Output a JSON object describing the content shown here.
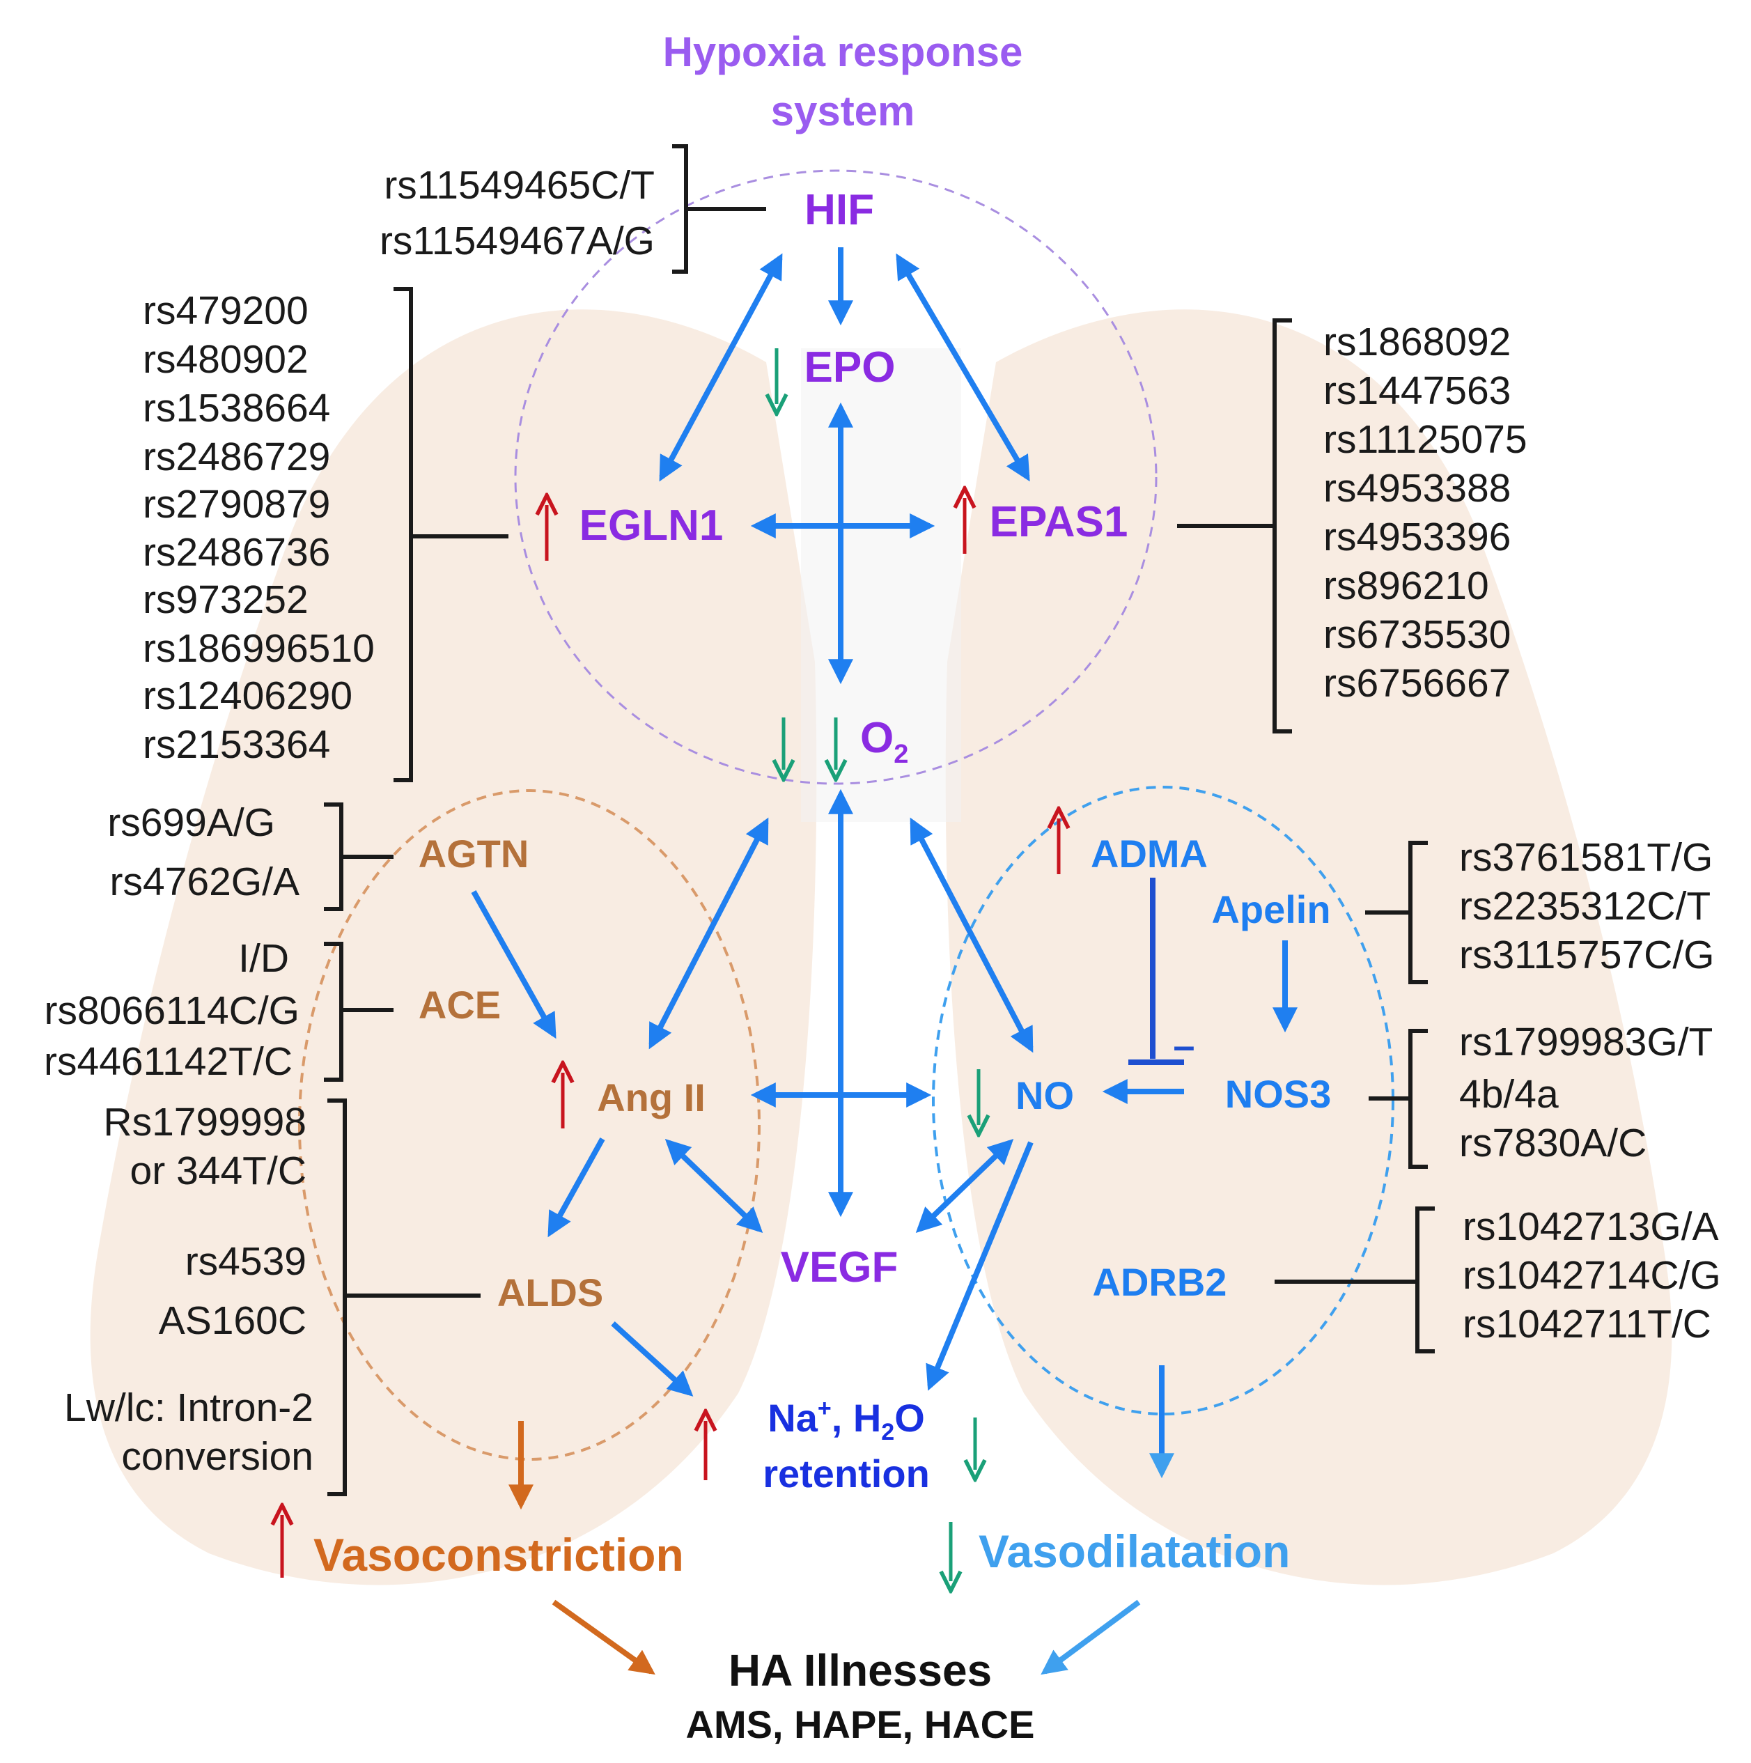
{
  "title": [
    "Hypoxia response",
    "system"
  ],
  "nodes": {
    "hif": "HIF",
    "epo": "EPO",
    "egln1": "EGLN1",
    "epas1": "EPAS1",
    "o2": "O",
    "o2_sub": "2",
    "agtn": "AGTN",
    "ace": "ACE",
    "angii": "Ang II",
    "alds": "ALDS",
    "vegf": "VEGF",
    "adma": "ADMA",
    "apelin": "Apelin",
    "nos3": "NOS3",
    "no": "NO",
    "adrb2": "ADRB2",
    "na_line1_a": "Na",
    "na_line1_sup": "+",
    "na_line1_b": ", H",
    "na_line1_sub": "2",
    "na_line1_c": "O",
    "na_line2": "retention",
    "inhibit_minus": "–"
  },
  "outcomes": {
    "vasoconstriction": "Vasoconstriction",
    "vasodilatation": "Vasodilatation",
    "illness_title": "HA Illnesses",
    "illness_list": "AMS, HAPE, HACE"
  },
  "snps": {
    "hif": [
      "rs11549465C/T",
      "rs11549467A/G"
    ],
    "egln1": [
      "rs479200",
      "rs480902",
      "rs1538664",
      "rs2486729",
      "rs2790879",
      "rs2486736",
      "rs973252",
      "rs186996510",
      "rs12406290",
      "rs2153364"
    ],
    "epas1": [
      "rs1868092",
      "rs1447563",
      "rs11125075",
      "rs4953388",
      "rs4953396",
      "rs896210",
      "rs6735530",
      "rs6756667"
    ],
    "agtn": [
      "rs699A/G",
      "rs4762G/A"
    ],
    "ace": [
      "I/D",
      "rs8066114C/G",
      "rs4461142T/C"
    ],
    "alds": [
      "Rs1799998",
      "or 344T/C",
      "rs4539",
      "AS160C",
      "Lw/lc: Intron-2",
      "conversion"
    ],
    "apelin": [
      "rs3761581T/G",
      "rs2235312C/T",
      "rs3115757C/G"
    ],
    "nos3": [
      "rs1799983G/T",
      "4b/4a",
      "rs7830A/C"
    ],
    "adrb2": [
      "rs1042713G/A",
      "rs1042714C/G",
      "rs1042711T/C"
    ]
  },
  "colors": {
    "hypoxia": "#8a2be2",
    "ras": "#b4713a",
    "no_system": "#1e7ef0",
    "arrows": "#1f7ff0",
    "increase": "#c8141e",
    "decrease": "#1aa078",
    "lung_background": "#f5e3d3"
  }
}
